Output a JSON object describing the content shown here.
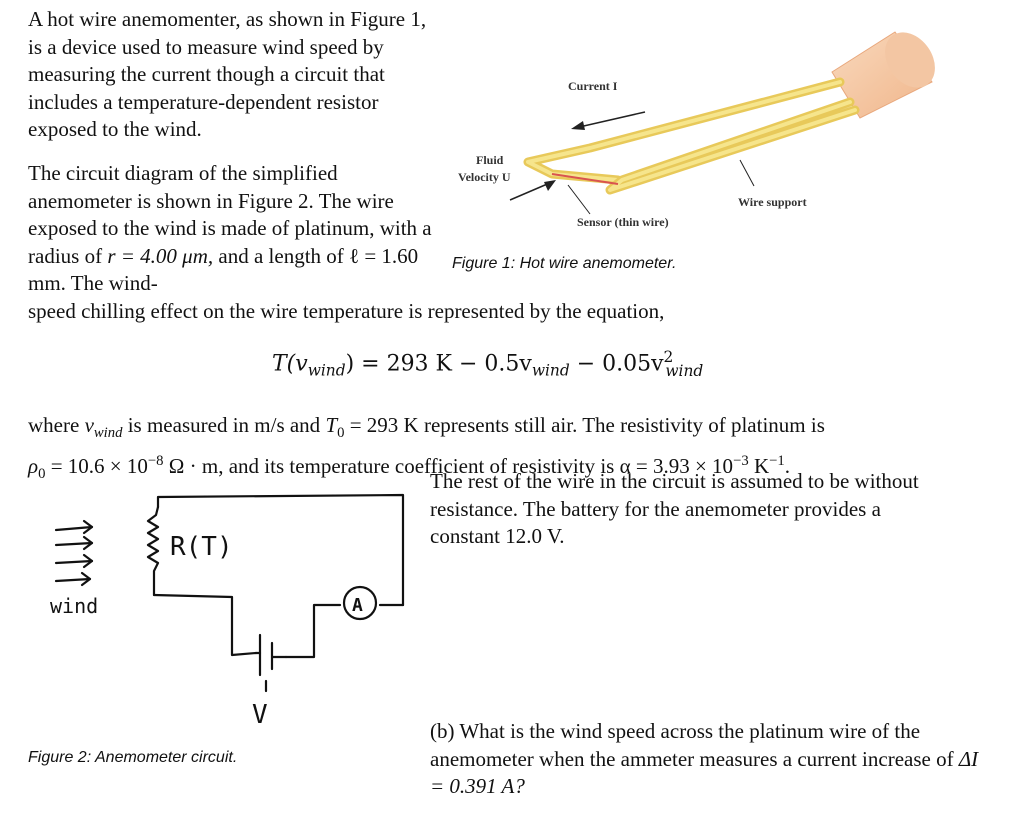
{
  "intro": {
    "text": "A hot wire anemomenter, as shown in Figure 1, is a device used to measure wind speed by measuring the current though a circuit that includes a temperature-dependent resistor exposed to the wind."
  },
  "circuit_text": {
    "part1": "The circuit diagram of the simplified anemometer is shown in Figure 2. The wire exposed to the wind is made of platinum, with a radius of ",
    "radius": "r = 4.00 μm,",
    "part2": " and a length of ",
    "length": "ℓ = 1.60 mm.",
    "part3": " The wind-",
    "part4": "speed chilling effect on the wire temperature is represented by the equation,"
  },
  "equation": {
    "lhs": "T(v",
    "lhs_sub": "wind",
    "rhs1": ") = 293 K − 0.5v",
    "rhs1_sub": "wind",
    "rhs2": " − 0.05v",
    "rhs2_sup": "2",
    "rhs2_sub": "wind"
  },
  "resistivity_text": {
    "line1a": "where ",
    "line1_var": "v",
    "line1_sub": "wind",
    "line1b": " is measured in m/s and ",
    "line1_t0": "T",
    "line1_t0sub": "0",
    "line1c": " = 293 K represents still air. The resistivity of platinum is",
    "line2a": "ρ",
    "line2_sub": "0",
    "line2b": " = 10.6 × 10",
    "line2_exp": "−8",
    "line2c": " Ω · m, and its temperature coefficient of resistivity is α = 3.93 × 10",
    "line2_exp2": "−3",
    "line2d": " K",
    "line2_exp3": "−1",
    "line2e": "."
  },
  "rest_text": "The rest of the wire in the circuit is assumed to be without resistance. The battery for the anemometer provides a constant 12.0 V.",
  "question": {
    "part_a": "(b) What is the wind speed across the platinum wire of the anemometer when the ammeter measures a current increase of ",
    "delta": "ΔI = 0.391 A?"
  },
  "figure1": {
    "caption": "Figure 1: Hot wire anemometer.",
    "label_current": "Current I",
    "label_fluid_line1": "Fluid",
    "label_fluid_line2": "Velocity U",
    "label_sensor": "Sensor (thin wire)",
    "label_support": "Wire support"
  },
  "figure2": {
    "caption": "Figure 2: Anemometer circuit.",
    "label_resistor": "R(T)",
    "label_wind": "wind",
    "label_ammeter": "A",
    "label_voltage": "V"
  }
}
